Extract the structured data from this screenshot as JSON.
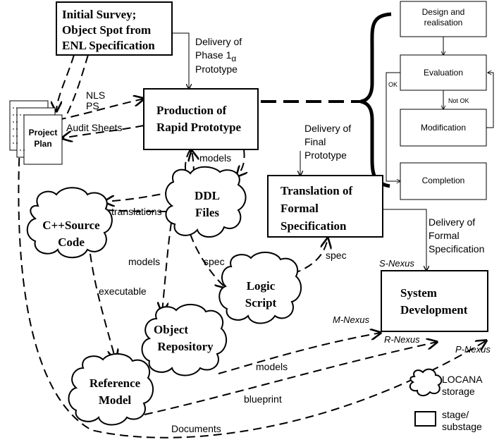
{
  "boxes": {
    "initial_survey": [
      "Initial Survey;",
      "Object Spot from",
      "ENL Specification"
    ],
    "production": [
      "Production of",
      "Rapid Prototype"
    ],
    "translation": [
      "Translation of",
      "Formal",
      "Specification"
    ],
    "system_dev": [
      "System",
      "Development"
    ],
    "project_plan": [
      "Project",
      "Plan"
    ]
  },
  "clouds": {
    "ddl": [
      "DDL",
      "Files"
    ],
    "cpp": [
      "C++Source",
      "Code"
    ],
    "logic": [
      "Logic",
      "Script"
    ],
    "object_repo": [
      "Object",
      "Repository"
    ],
    "reference": [
      "Reference",
      "Model"
    ]
  },
  "side_flow": {
    "design": [
      "Design and",
      "realisation"
    ],
    "evaluation": "Evaluation",
    "modification": "Modification",
    "completion": "Completion",
    "ok": "OK",
    "not_ok": "Not OK"
  },
  "labels": {
    "delivery_phase": [
      "Delivery of",
      "Phase 1",
      "Prototype"
    ],
    "alpha": "α",
    "nls": "NLS",
    "ps": "PS",
    "audit": "Audit Sheets",
    "delivery_final": [
      "Delivery of",
      "Final",
      "Prototype"
    ],
    "models_top": "models",
    "translations": "translations",
    "models_left": "models",
    "spec_left": "spec",
    "spec_right": "spec",
    "executable": "executable",
    "delivery_formal": [
      "Delivery of",
      "Formal",
      "Specification"
    ],
    "s_nexus": "S-Nexus",
    "m_nexus": "M-Nexus",
    "r_nexus": "R-Nexus",
    "p_nexus": "P-Nexus",
    "models_bottom": "models",
    "blueprint": "blueprint",
    "documents": "Documents"
  },
  "legend": {
    "storage": [
      "LOCANA",
      "storage"
    ],
    "stage": [
      "stage/",
      "substage"
    ]
  }
}
